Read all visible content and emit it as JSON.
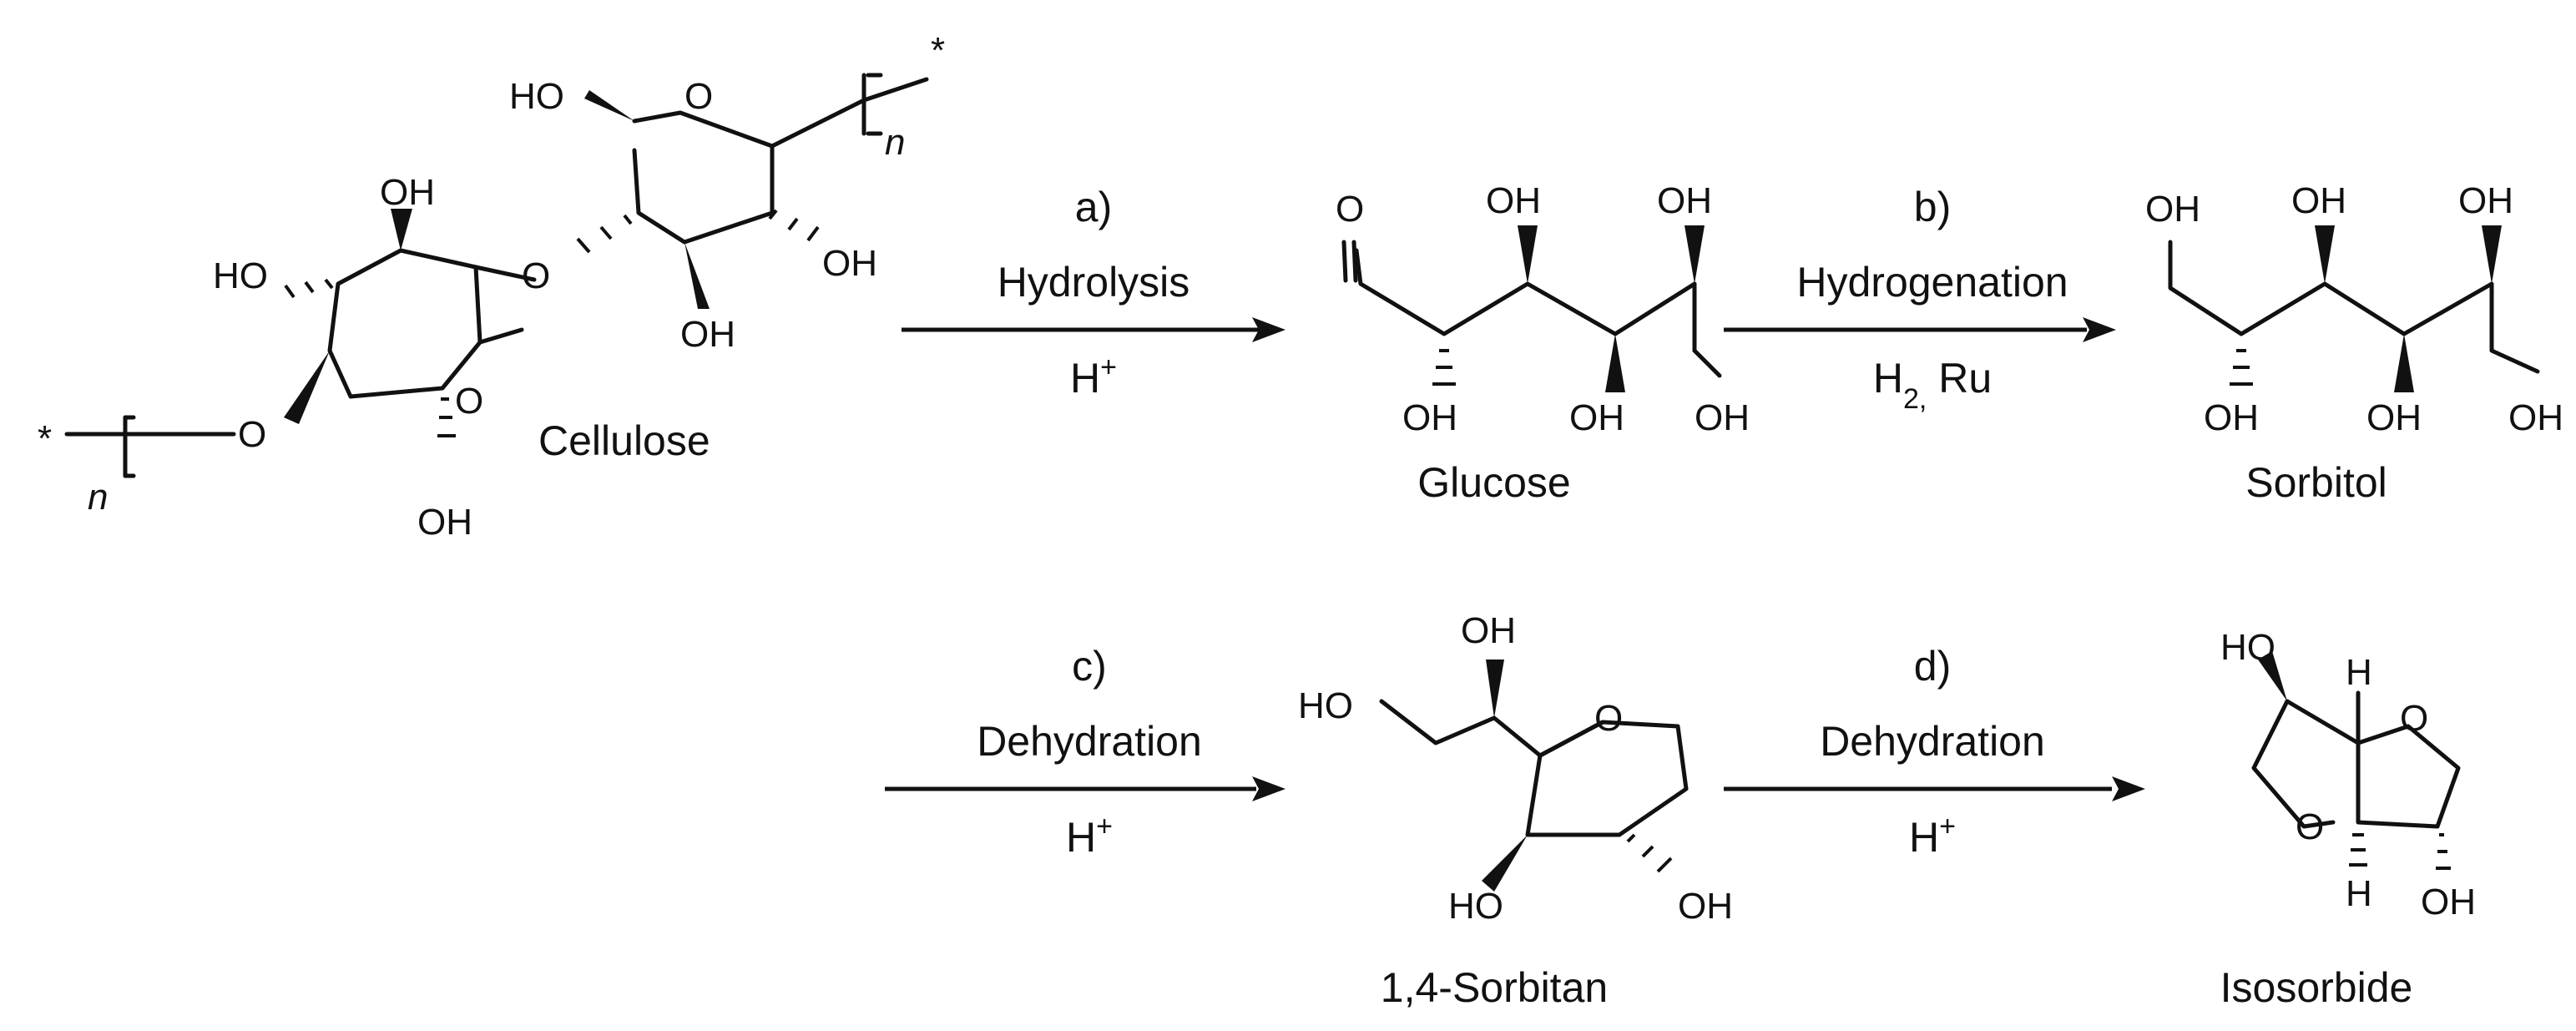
{
  "molecules": {
    "cellulose": {
      "name": "Cellulose",
      "atoms": {
        "ho_top": "HO",
        "o_ring_top": "O",
        "oh_a": "OH",
        "oh_b": "OH",
        "oh_c": "OH",
        "ho_left": "HO",
        "o_bridge": "O",
        "o_ring_bot": "O",
        "o_link": "O",
        "oh_bottom": "OH"
      },
      "repeat": "n",
      "end": "*"
    },
    "glucose": {
      "name": "Glucose",
      "atoms": {
        "o_ald": "O",
        "oh_1": "OH",
        "oh_2": "OH",
        "oh_3": "OH",
        "oh_4": "OH",
        "oh_5": "OH"
      }
    },
    "sorbitol": {
      "name": "Sorbitol",
      "atoms": {
        "oh_1": "OH",
        "oh_2": "OH",
        "oh_3": "OH",
        "oh_4": "OH",
        "oh_5": "OH",
        "oh_6": "OH"
      }
    },
    "sorbitan": {
      "name": "1,4-Sorbitan",
      "atoms": {
        "oh_top": "OH",
        "ho_chain": "HO",
        "o_ring": "O",
        "ho_ring": "HO",
        "oh_ring": "OH"
      }
    },
    "isosorbide": {
      "name": "Isosorbide",
      "atoms": {
        "ho": "HO",
        "h_top": "H",
        "o_right": "O",
        "o_left": "O",
        "h_bot": "H",
        "oh": "OH"
      }
    }
  },
  "reactions": [
    {
      "step": "a)",
      "name": "Hydrolysis",
      "conditions": "H"
    },
    {
      "step": "b)",
      "name": "Hydrogenation",
      "conditions": "H",
      "conditions_sub": "2,",
      "conditions_extra": " Ru"
    },
    {
      "step": "c)",
      "name": "Dehydration",
      "conditions": "H"
    },
    {
      "step": "d)",
      "name": "Dehydration",
      "conditions": "H"
    }
  ],
  "conditions_sup": "+"
}
